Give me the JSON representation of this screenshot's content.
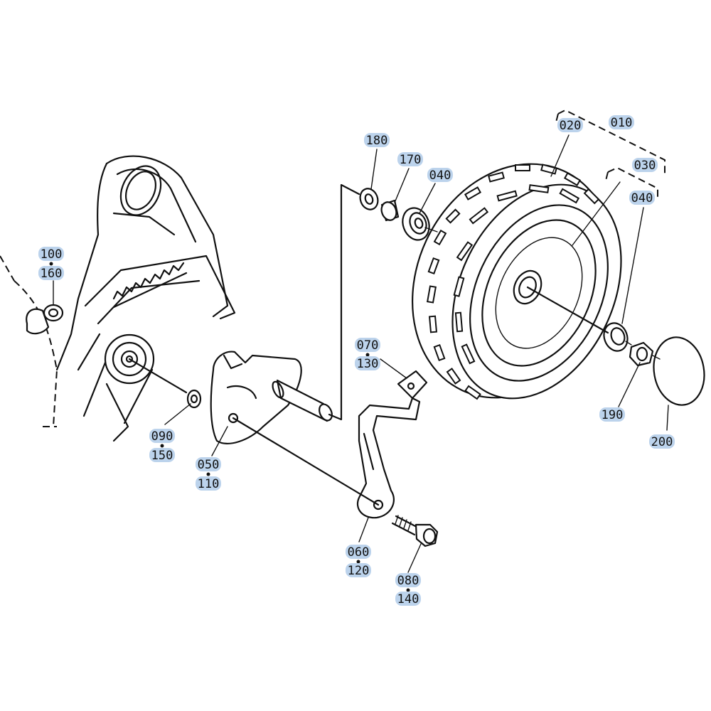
{
  "labels": {
    "p010": "010",
    "p020": "020",
    "p030": "030",
    "p040a": "040",
    "p040b": "040",
    "p050": "050",
    "p110": "110",
    "p060": "060",
    "p120": "120",
    "p070": "070",
    "p130": "130",
    "p080": "080",
    "p140": "140",
    "p090": "090",
    "p150": "150",
    "p100": "100",
    "p160": "160",
    "p170": "170",
    "p180": "180",
    "p190": "190",
    "p200": "200"
  },
  "colors": {
    "line": "#111111",
    "label_highlight": "#bcd3ec",
    "background": "#ffffff"
  }
}
